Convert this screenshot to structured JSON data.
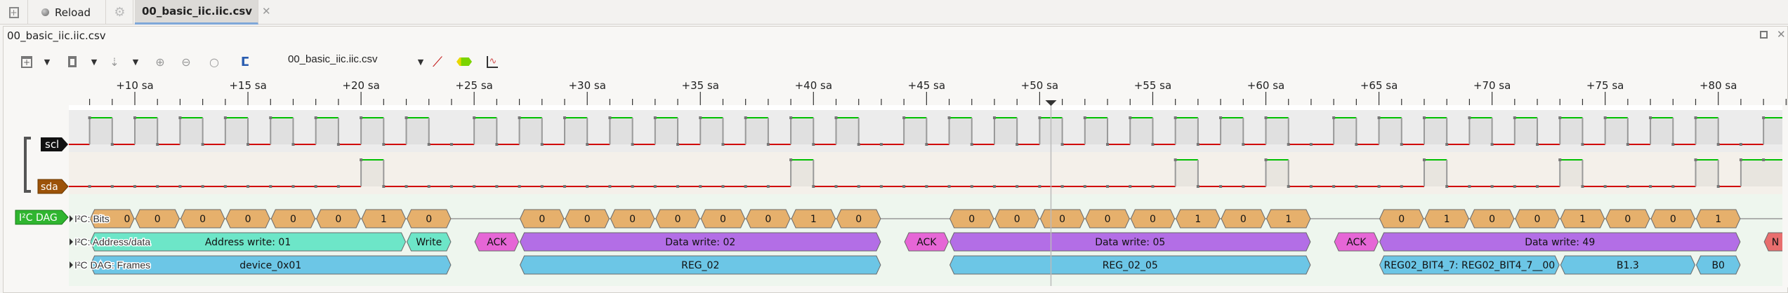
{
  "tabs": {
    "reload_label": "Reload",
    "active_label": "00_basic_iic.iic.csv"
  },
  "panel": {
    "title": "00_basic_iic.iic.csv"
  },
  "toolbar": {
    "device_combo": "00_basic_iic.iic.csv"
  },
  "ruler": {
    "unit": "sa",
    "labels": [
      "+10 sa",
      "+15 sa",
      "+20 sa",
      "+25 sa",
      "+30 sa",
      "+35 sa",
      "+40 sa",
      "+45 sa",
      "+50 sa",
      "+55 sa",
      "+60 sa",
      "+65 sa",
      "+70 sa",
      "+75 sa",
      "+80 sa"
    ],
    "label_samples": [
      10,
      15,
      20,
      25,
      30,
      35,
      40,
      45,
      50,
      55,
      60,
      65,
      70,
      75,
      80
    ],
    "first_tick": 8,
    "last_tick": 83,
    "cursor_sample": 50.5
  },
  "view": {
    "start_sample": 7.08,
    "end_sample": 82.8
  },
  "channels": [
    {
      "name": "scl",
      "color": "#111111",
      "high_intervals": [
        [
          8,
          9
        ],
        [
          10,
          11
        ],
        [
          12,
          13
        ],
        [
          14,
          15
        ],
        [
          16,
          17
        ],
        [
          18,
          19
        ],
        [
          20,
          21
        ],
        [
          22,
          23
        ],
        [
          25,
          26
        ],
        [
          27,
          28
        ],
        [
          29,
          30
        ],
        [
          31,
          32
        ],
        [
          33,
          34
        ],
        [
          35,
          36
        ],
        [
          37,
          38
        ],
        [
          39,
          40
        ],
        [
          41,
          42
        ],
        [
          44,
          45
        ],
        [
          46,
          47
        ],
        [
          48,
          49
        ],
        [
          50,
          51
        ],
        [
          52,
          53
        ],
        [
          54,
          55
        ],
        [
          56,
          57
        ],
        [
          58,
          59
        ],
        [
          60,
          61
        ],
        [
          63,
          64
        ],
        [
          65,
          66
        ],
        [
          67,
          68
        ],
        [
          69,
          70
        ],
        [
          71,
          72
        ],
        [
          73,
          74
        ],
        [
          75,
          76
        ],
        [
          77,
          78
        ],
        [
          79,
          80
        ],
        [
          82,
          83.5
        ]
      ]
    },
    {
      "name": "sda",
      "color": "#9c5208",
      "high_intervals": [
        [
          20,
          21
        ],
        [
          39,
          40
        ],
        [
          56,
          57
        ],
        [
          60,
          61
        ],
        [
          67,
          68
        ],
        [
          73,
          74
        ],
        [
          79,
          80
        ],
        [
          81,
          83.5
        ]
      ]
    }
  ],
  "decoder": {
    "name": "I²C DAG",
    "color": "#2fb52f",
    "rows": [
      {
        "label": "I²C: Bits",
        "color": "#e6b06c",
        "annotations": [
          {
            "t": "0",
            "s": 8,
            "e": 10
          },
          {
            "t": "0",
            "s": 10,
            "e": 12
          },
          {
            "t": "0",
            "s": 12,
            "e": 14
          },
          {
            "t": "0",
            "s": 14,
            "e": 16
          },
          {
            "t": "0",
            "s": 16,
            "e": 18
          },
          {
            "t": "0",
            "s": 18,
            "e": 20
          },
          {
            "t": "1",
            "s": 20,
            "e": 22
          },
          {
            "t": "0",
            "s": 22,
            "e": 24
          },
          {
            "t": "0",
            "s": 27,
            "e": 29
          },
          {
            "t": "0",
            "s": 29,
            "e": 31
          },
          {
            "t": "0",
            "s": 31,
            "e": 33
          },
          {
            "t": "0",
            "s": 33,
            "e": 35
          },
          {
            "t": "0",
            "s": 35,
            "e": 37
          },
          {
            "t": "0",
            "s": 37,
            "e": 39
          },
          {
            "t": "1",
            "s": 39,
            "e": 41
          },
          {
            "t": "0",
            "s": 41,
            "e": 43
          },
          {
            "t": "0",
            "s": 46,
            "e": 48
          },
          {
            "t": "0",
            "s": 48,
            "e": 50
          },
          {
            "t": "0",
            "s": 50,
            "e": 52
          },
          {
            "t": "0",
            "s": 52,
            "e": 54
          },
          {
            "t": "0",
            "s": 54,
            "e": 56
          },
          {
            "t": "1",
            "s": 56,
            "e": 58
          },
          {
            "t": "0",
            "s": 58,
            "e": 60
          },
          {
            "t": "1",
            "s": 60,
            "e": 62
          },
          {
            "t": "0",
            "s": 65,
            "e": 67
          },
          {
            "t": "1",
            "s": 67,
            "e": 69
          },
          {
            "t": "0",
            "s": 69,
            "e": 71
          },
          {
            "t": "0",
            "s": 71,
            "e": 73
          },
          {
            "t": "1",
            "s": 73,
            "e": 75
          },
          {
            "t": "0",
            "s": 75,
            "e": 77
          },
          {
            "t": "0",
            "s": 77,
            "e": 79
          },
          {
            "t": "1",
            "s": 79,
            "e": 81
          }
        ]
      },
      {
        "label": "I²C: Address/data",
        "annotations": [
          {
            "t": "Address write: 01",
            "s": 8,
            "e": 22,
            "c": "#6de6c8"
          },
          {
            "t": "Write",
            "s": 22,
            "e": 24,
            "c": "#6de6c8"
          },
          {
            "t": "ACK",
            "s": 25,
            "e": 27,
            "c": "#e666d6"
          },
          {
            "t": "Data write: 02",
            "s": 27,
            "e": 43,
            "c": "#b36ee6"
          },
          {
            "t": "ACK",
            "s": 44,
            "e": 46,
            "c": "#e666d6"
          },
          {
            "t": "Data write: 05",
            "s": 46,
            "e": 62,
            "c": "#b36ee6"
          },
          {
            "t": "ACK",
            "s": 63,
            "e": 65,
            "c": "#e666d6"
          },
          {
            "t": "Data write: 49",
            "s": 65,
            "e": 81,
            "c": "#b36ee6"
          },
          {
            "t": "N",
            "s": 82,
            "e": 84,
            "c": "#e86e6e"
          }
        ]
      },
      {
        "label": "I²C DAG: Frames",
        "color": "#6cc6e6",
        "annotations": [
          {
            "t": "device_0x01",
            "s": 8,
            "e": 24
          },
          {
            "t": "REG_02",
            "s": 27,
            "e": 43
          },
          {
            "t": "REG_02_05",
            "s": 46,
            "e": 62
          },
          {
            "t": "REG02_BIT4_7: REG02_BIT4_7__00",
            "s": 65,
            "e": 73
          },
          {
            "t": "B1.3",
            "s": 73,
            "e": 79
          },
          {
            "t": "B0",
            "s": 79,
            "e": 81
          }
        ]
      }
    ]
  }
}
